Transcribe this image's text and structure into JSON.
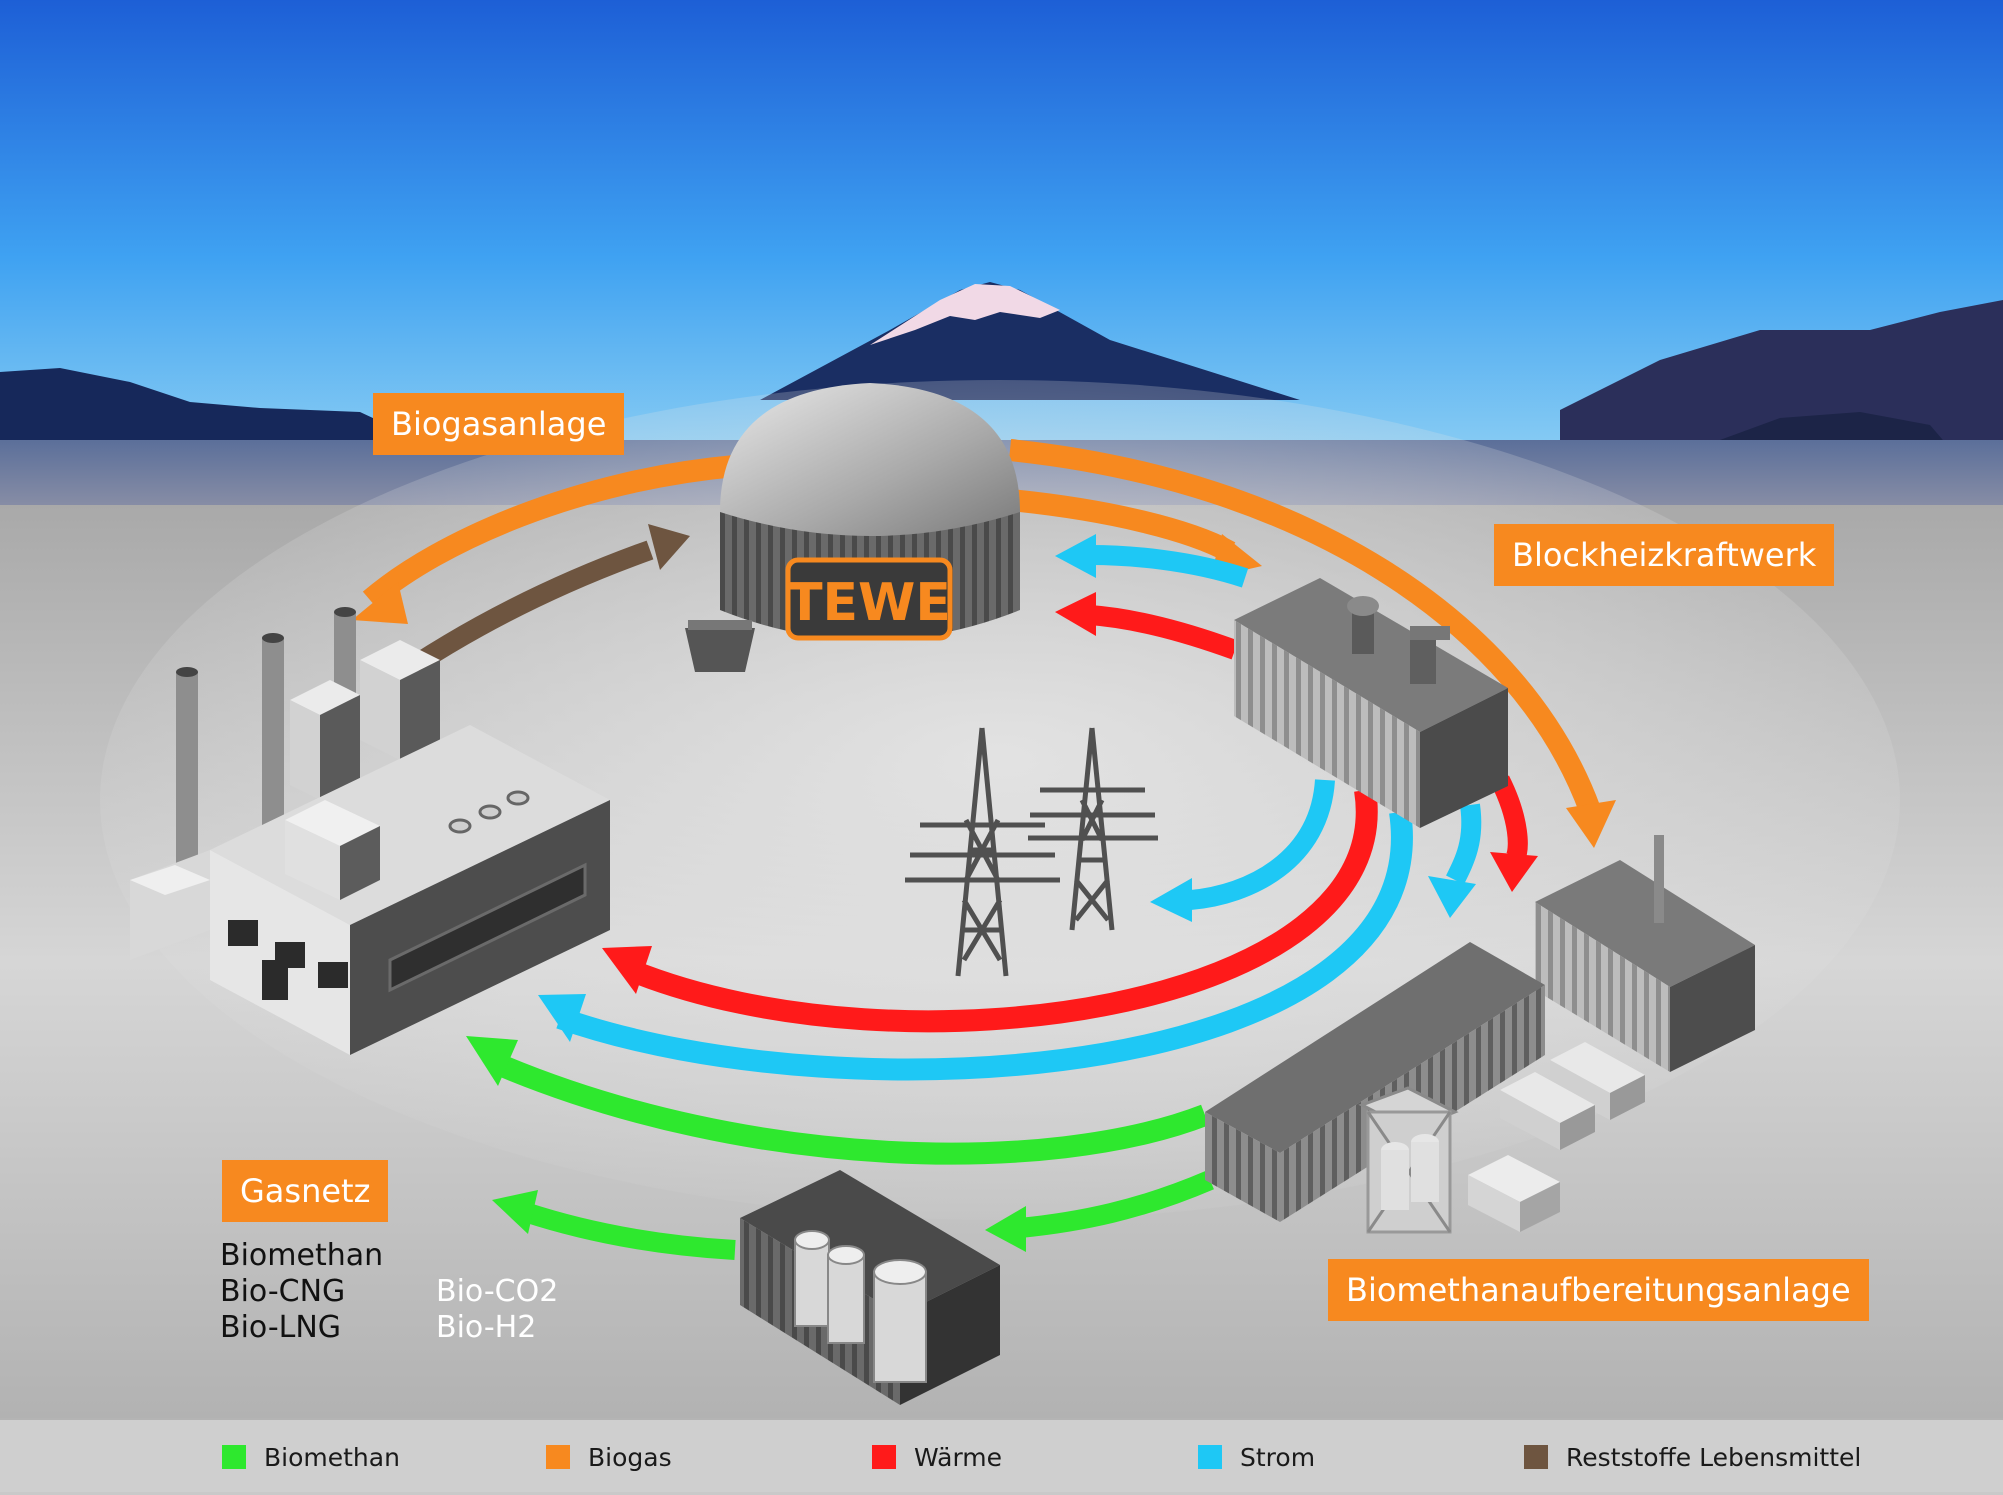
{
  "labels": {
    "biogasanlage": "Biogasanlage",
    "blockheizkraftwerk": "Blockheizkraftwerk",
    "gasnetz": "Gasnetz",
    "biomethanaufbereitungsanlage": "Biomethanaufbereitungsanlage"
  },
  "brand": "TEWE",
  "products": {
    "dark": [
      "Biomethan",
      "Bio-CNG",
      "Bio-LNG"
    ],
    "light": [
      "Bio-CO2",
      "Bio-H2"
    ]
  },
  "legend": [
    {
      "label": "Biomethan",
      "color": "#2ee82e"
    },
    {
      "label": "Biogas",
      "color": "#f7891f"
    },
    {
      "label": "Wärme",
      "color": "#ff1a1a"
    },
    {
      "label": "Strom",
      "color": "#1ec8f5"
    },
    {
      "label": "Reststoffe Lebensmittel",
      "color": "#6e5540"
    }
  ],
  "colors": {
    "biomethan": "#2ee82e",
    "biogas": "#f7891f",
    "waerme": "#ff1a1a",
    "strom": "#1ec8f5",
    "reststoffe": "#6e5540",
    "label_box": "#f7891f"
  }
}
